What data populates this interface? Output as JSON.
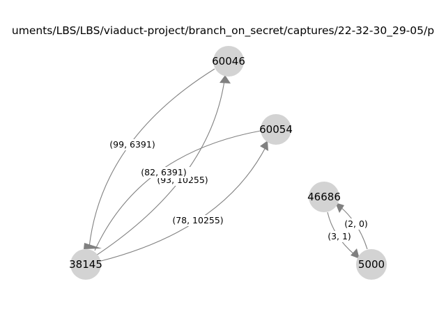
{
  "title": "uments/LBS/LBS/viaduct-project/branch_on_secret/captures/22-32-30_29-05/p",
  "nodes": [
    {
      "id": "60046",
      "label": "60046"
    },
    {
      "id": "60054",
      "label": "60054"
    },
    {
      "id": "46686",
      "label": "46686"
    },
    {
      "id": "38145",
      "label": "38145"
    },
    {
      "id": "5000",
      "label": "5000"
    }
  ],
  "edges": [
    {
      "id": "e-60046-38145",
      "from": "60046",
      "to": "38145",
      "label": "(99, 6391)"
    },
    {
      "id": "e-38145-60046",
      "from": "38145",
      "to": "60046",
      "label": "(93, 10255)"
    },
    {
      "id": "e-60054-38145",
      "from": "60054",
      "to": "38145",
      "label": "(82, 6391)"
    },
    {
      "id": "e-38145-60054",
      "from": "38145",
      "to": "60054",
      "label": "(78, 10255)"
    },
    {
      "id": "e-46686-5000",
      "from": "46686",
      "to": "5000",
      "label": "(3, 1)"
    },
    {
      "id": "e-5000-46686",
      "from": "5000",
      "to": "46686",
      "label": "(2, 0)"
    }
  ]
}
